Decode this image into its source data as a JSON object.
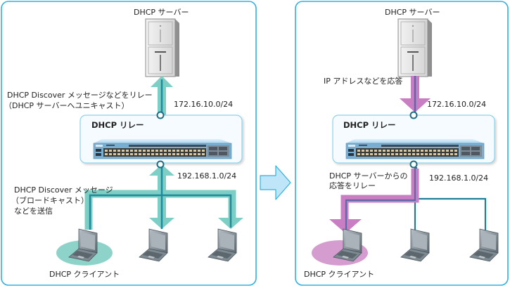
{
  "colors": {
    "panel_border": "#2fb0e0",
    "teal_arrow": "#7dcfc6",
    "teal_line": "#1e8a9a",
    "pink_arrow": "#c97ec4",
    "pink_line": "#5a6aa8",
    "net_line": "#1f7d96",
    "relay_box_border": "#8dd3ec",
    "relay_box_fill": "#f5fbfe",
    "big_arrow_fill": "#bfe6f8",
    "big_arrow_stroke": "#2fb0e0",
    "client_halo_left": "#8ed3ca",
    "client_halo_right": "#d49ccf"
  },
  "left_panel": {
    "server_label": "DHCP サーバー",
    "relay_label": "DHCP リレー",
    "upstream_note_line1": "DHCP Discover メッセージなどをリレー",
    "upstream_note_line2": "（DHCP サーバーへユニキャスト）",
    "upstream_subnet": "172.16.10.0/24",
    "downstream_subnet": "192.168.1.0/24",
    "client_note_line1": "DHCP Discover メッセージ",
    "client_note_line2": "（ブロードキャスト）",
    "client_note_line3": "などを送信",
    "client_label": "DHCP クライアント"
  },
  "right_panel": {
    "server_label": "DHCP サーバー",
    "relay_label": "DHCP リレー",
    "server_note": "IP アドレスなどを応答",
    "upstream_subnet": "172.16.10.0/24",
    "downstream_subnet": "192.168.1.0/24",
    "relay_note_line1": "DHCP サーバーからの",
    "relay_note_line2": "応答をリレー",
    "client_label": "DHCP クライアント"
  },
  "transition_arrow": "right-arrow-icon"
}
